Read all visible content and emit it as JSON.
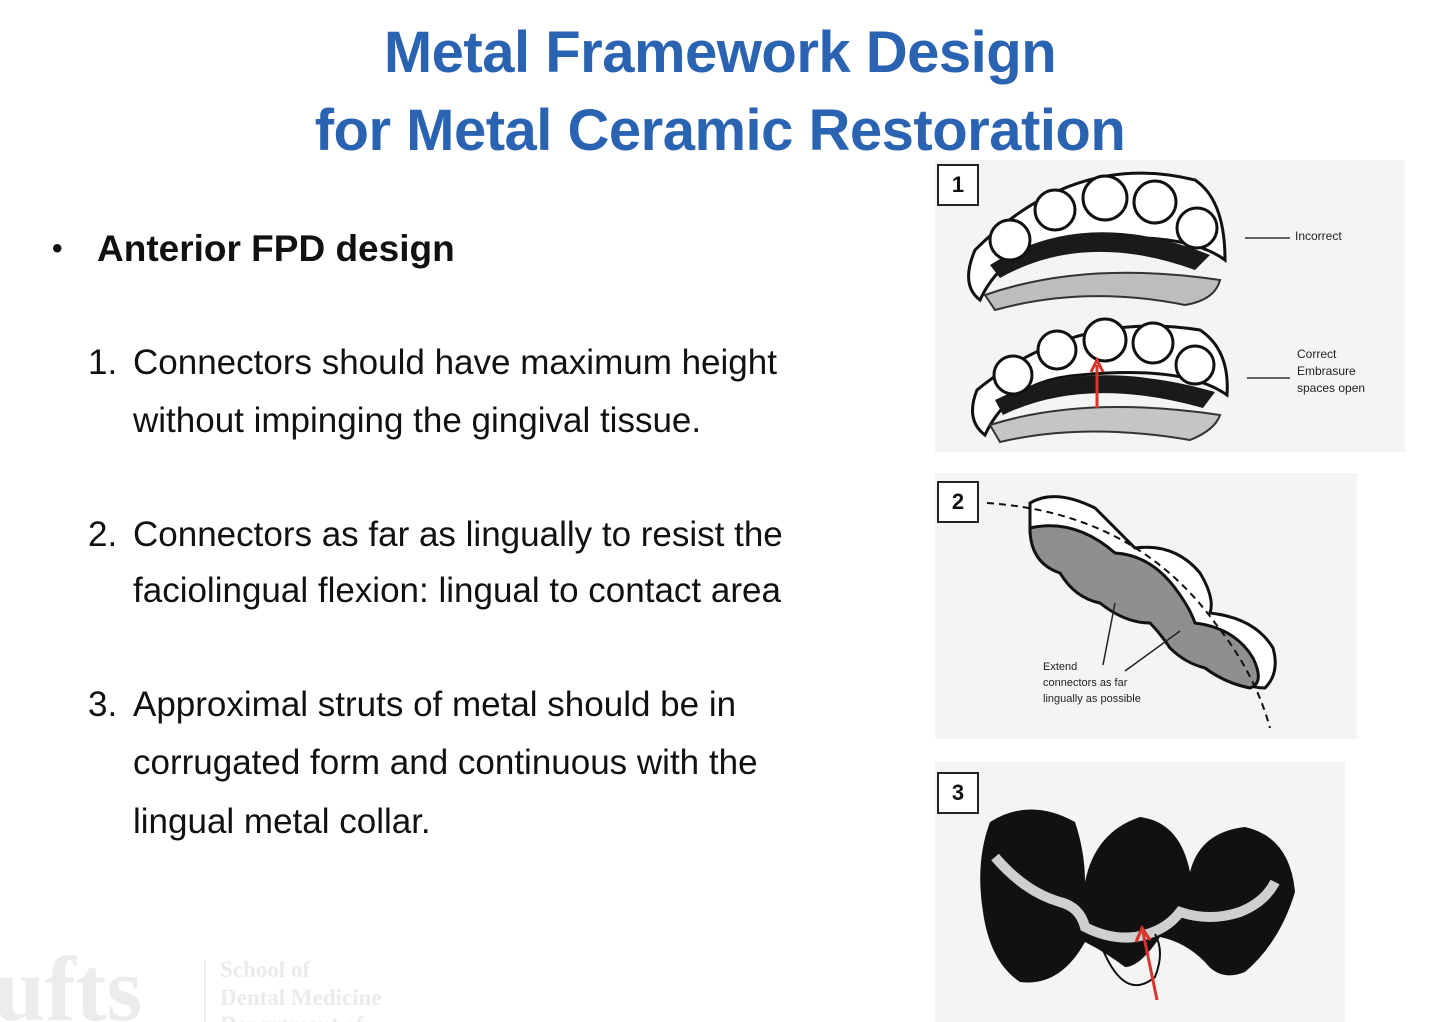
{
  "title": {
    "line1": "Metal Framework Design",
    "line2": "for Metal Ceramic Restoration"
  },
  "bullet": {
    "text": "Anterior FPD design"
  },
  "items": [
    {
      "number": "1.",
      "lines": [
        "Connectors should have maximum height",
        "without impinging the gingival tissue."
      ]
    },
    {
      "number": "2.",
      "lines": [
        "Connectors as far as lingually to resist the",
        "faciolingual flexion: lingual to contact area"
      ]
    },
    {
      "number": "3.",
      "lines": [
        "Approximal struts of metal should be in",
        "corrugated form and continuous with the",
        "lingual metal collar."
      ]
    }
  ],
  "figures": {
    "fig1": {
      "label": "1",
      "incorrect": "Incorrect",
      "correct": [
        "Correct",
        "Embrasure",
        "spaces open"
      ]
    },
    "fig2": {
      "label": "2",
      "note": [
        "Extend",
        "connectors as far",
        "lingually as possible"
      ]
    },
    "fig3": {
      "label": "3"
    }
  },
  "footer": {
    "logo_text": "ufts",
    "lines": [
      "School of",
      "Dental Medicine",
      "Department of"
    ]
  },
  "colors": {
    "title": "#2b63b3",
    "arrow": "#d9342b"
  }
}
